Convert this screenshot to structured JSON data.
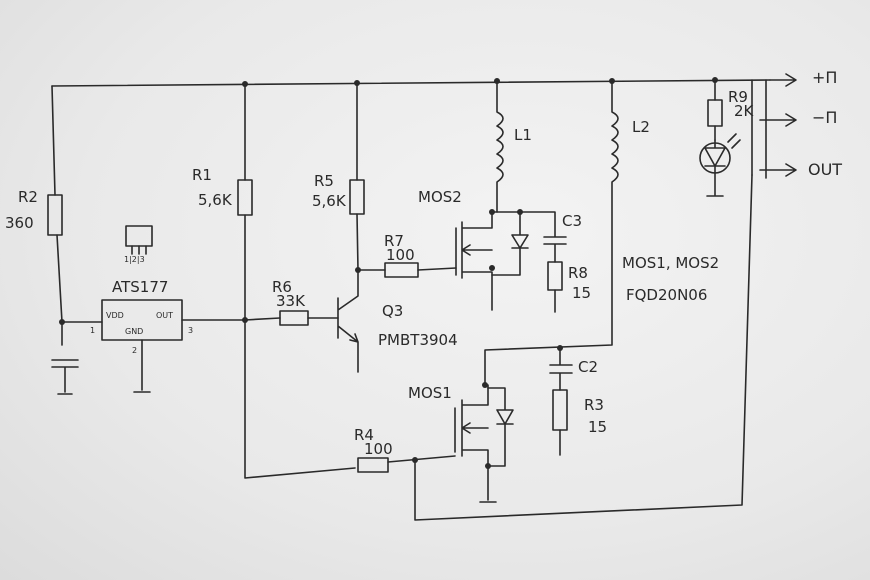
{
  "components": {
    "r2": {
      "ref": "R2",
      "value": "360"
    },
    "r1": {
      "ref": "R1",
      "value": "5,6K"
    },
    "r5": {
      "ref": "R5",
      "value": "5,6K"
    },
    "r7": {
      "ref": "R7",
      "value": "100"
    },
    "r6": {
      "ref": "R6",
      "value": "33K"
    },
    "r8": {
      "ref": "R8",
      "value": "15"
    },
    "r3": {
      "ref": "R3",
      "value": "15"
    },
    "r4": {
      "ref": "R4",
      "value": "100"
    },
    "r9": {
      "ref": "R9",
      "value": "2K"
    },
    "c2": {
      "ref": "C2"
    },
    "c3": {
      "ref": "C3"
    },
    "l1": {
      "ref": "L1"
    },
    "l2": {
      "ref": "L2"
    },
    "q3": {
      "ref": "Q3",
      "part": "PMBT3904"
    },
    "mos1": {
      "ref": "MOS1"
    },
    "mos2": {
      "ref": "MOS2"
    },
    "ic": {
      "part": "ATS177",
      "pin_vdd": "VDD",
      "pin_gnd": "GND",
      "pin_out": "OUT",
      "pin1": "1",
      "pin2": "2",
      "pin3": "3",
      "pinout": "1|2|3"
    }
  },
  "notes": {
    "mos_label": "MOS1, MOS2",
    "mos_part": "FQD20N06"
  },
  "terminals": {
    "plus": "+П",
    "minus": "−П",
    "out": "OUT"
  }
}
